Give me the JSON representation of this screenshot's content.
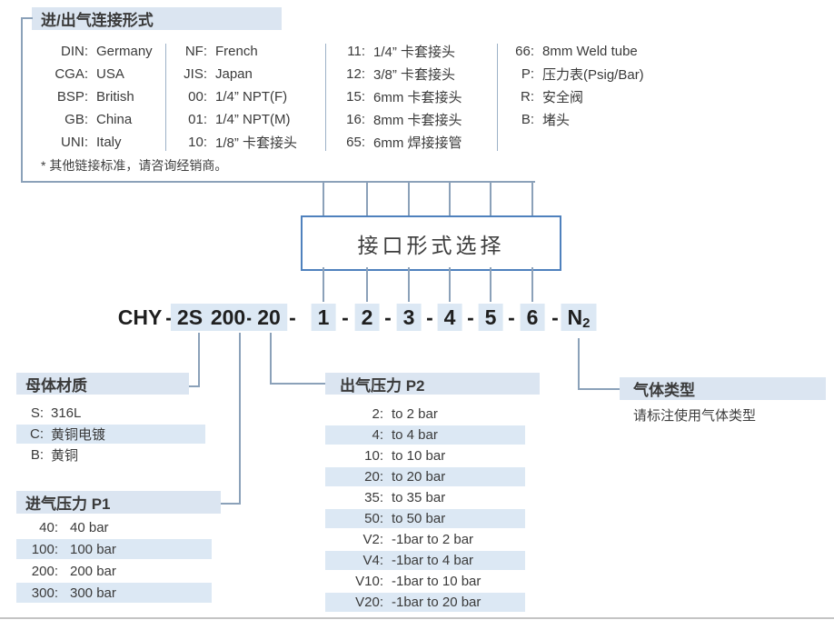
{
  "connection": {
    "title": "进/出气连接形式",
    "note": "* 其他链接标准，请咨询经销商。",
    "columns": [
      {
        "items": [
          {
            "code": "DIN:",
            "label": "Germany"
          },
          {
            "code": "CGA:",
            "label": "USA"
          },
          {
            "code": "BSP:",
            "label": "British"
          },
          {
            "code": "GB:",
            "label": "China"
          },
          {
            "code": "UNI:",
            "label": "Italy"
          }
        ]
      },
      {
        "items": [
          {
            "code": "NF:",
            "label": "French"
          },
          {
            "code": "JIS:",
            "label": "Japan"
          },
          {
            "code": "00:",
            "label": "1/4” NPT(F)"
          },
          {
            "code": "01:",
            "label": "1/4” NPT(M)"
          },
          {
            "code": "10:",
            "label": "1/8”  卡套接头"
          }
        ]
      },
      {
        "items": [
          {
            "code": "11:",
            "label": "1/4”  卡套接头"
          },
          {
            "code": "12:",
            "label": "3/8”  卡套接头"
          },
          {
            "code": "15:",
            "label": "6mm 卡套接头"
          },
          {
            "code": "16:",
            "label": "8mm 卡套接头"
          },
          {
            "code": "65:",
            "label": "6mm 焊接接管"
          }
        ]
      },
      {
        "items": [
          {
            "code": "66:",
            "label": "8mm Weld tube"
          },
          {
            "code": "P:",
            "label": "压力表(Psig/Bar)"
          },
          {
            "code": "R:",
            "label": "安全阀"
          },
          {
            "code": "B:",
            "label": "堵头"
          }
        ]
      }
    ]
  },
  "interface_box": {
    "label": "接口形式选择"
  },
  "order_code": {
    "prefix": "CHY",
    "dash": "-",
    "segments": [
      "2S",
      "200",
      "20",
      "1",
      "2",
      "3",
      "4",
      "5",
      "6"
    ],
    "gas_base": "N",
    "gas_sub": "2"
  },
  "material": {
    "title": "母体材质",
    "rows": [
      {
        "code": "S:",
        "label": "316L"
      },
      {
        "code": "C:",
        "label": "黄铜电镀"
      },
      {
        "code": "B:",
        "label": "黄铜"
      }
    ]
  },
  "inlet_pressure": {
    "title": "进气压力 P1",
    "rows": [
      {
        "code": "40:",
        "label": "40 bar"
      },
      {
        "code": "100:",
        "label": "100 bar"
      },
      {
        "code": "200:",
        "label": "200 bar"
      },
      {
        "code": "300:",
        "label": "300 bar"
      }
    ]
  },
  "outlet_pressure": {
    "title": "出气压力 P2",
    "rows": [
      {
        "code": "2:",
        "label": "to 2 bar"
      },
      {
        "code": "4:",
        "label": "to 4 bar"
      },
      {
        "code": "10:",
        "label": "to 10 bar"
      },
      {
        "code": "20:",
        "label": "to 20 bar"
      },
      {
        "code": "35:",
        "label": "to 35 bar"
      },
      {
        "code": "50:",
        "label": "to 50 bar"
      },
      {
        "code": "V2:",
        "label": "-1bar to 2 bar"
      },
      {
        "code": "V4:",
        "label": "-1bar to 4 bar"
      },
      {
        "code": "V10:",
        "label": "-1bar to 10 bar"
      },
      {
        "code": "V20:",
        "label": "-1bar to 20 bar"
      }
    ]
  },
  "gas_type": {
    "title": "气体类型",
    "description": "请标注使用气体类型"
  },
  "colors": {
    "band": "#dbe5f1",
    "row_highlight": "#dce8f4",
    "line": "#8ba1b9",
    "box_border": "#4f81bd"
  }
}
